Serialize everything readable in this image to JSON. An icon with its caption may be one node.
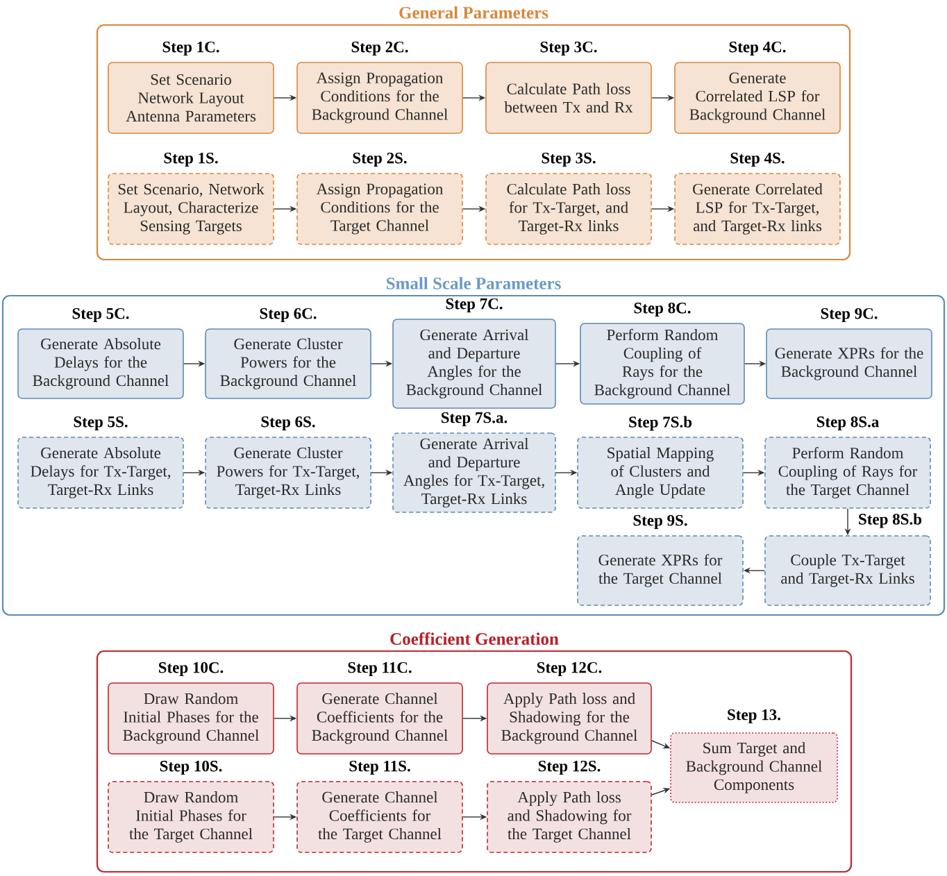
{
  "diagram": {
    "nodes": [
      {
        "text": [
          "General Parameters"
        ]
      },
      {
        "text": [
          "Step 1C.",
          "Set Scenario Network Layout Antenna Parameters"
        ],
        "in": 0
      },
      {
        "text": [
          "Step 2C.",
          "Assign Propagation Conditions for the Background Channel"
        ],
        "in": 0
      },
      {
        "text": [
          "Step 3C.",
          "Calculate Path loss between Tx and Rx"
        ],
        "in": 0
      },
      {
        "text": [
          "Step 4C.",
          "Generate Correlated LSP for Background Channel"
        ],
        "in": 0
      },
      {
        "text": [
          "Step 1S.",
          "Set Scenario, Network Layout, Characterize Sensing Targets"
        ],
        "in": 0
      },
      {
        "text": [
          "Step 2S.",
          "Assign Propagation Conditions for the Target Channel"
        ],
        "in": 0
      },
      {
        "text": [
          "Step 3S.",
          "Calculate Path loss for Tx-Target, and Target-Rx links"
        ],
        "in": 0
      },
      {
        "text": [
          "Step 4S.",
          "Generate Correlated LSP for Tx-Target, and Target-Rx links"
        ],
        "in": 0
      },
      {
        "text": [
          "Small Scale Parameters"
        ]
      },
      {
        "text": [
          "Step 5C.",
          "Generate Absolute Delays for the Background Channel"
        ],
        "in": 9
      },
      {
        "text": [
          "Step 6C.",
          "Generate Cluster Powers for the Background Channel"
        ],
        "in": 9
      },
      {
        "text": [
          "Step 7C.",
          "Generate Arrival and Departure Angles for the Background Channel"
        ],
        "in": 9
      },
      {
        "text": [
          "Step 8C.",
          "Perform Random Coupling of Rays for the Background Channel"
        ],
        "in": 9
      },
      {
        "text": [
          "Step 9C.",
          "Generate XPRs for the Background Channel"
        ],
        "in": 9
      },
      {
        "text": [
          "Step 5S.",
          "Generate Absolute Delays for Tx-Target, Target-Rx Links"
        ],
        "in": 9
      },
      {
        "text": [
          "Step 6S.",
          "Generate Cluster Powers for Tx-Target, Target-Rx Links"
        ],
        "in": 9
      },
      {
        "text": [
          "Step 7S.a.",
          "Generate Arrival and Departure Angles for Tx-Target, Target-Rx Links"
        ],
        "in": 9
      },
      {
        "text": [
          "Step 7S.b",
          "Spatial Mapping of Clusters and Angle Update"
        ],
        "in": 9
      },
      {
        "text": [
          "Step 8S.a",
          "Perform Random Coupling of Rays for the Target Channel"
        ],
        "in": 9
      },
      {
        "text": [
          "Step 9S.",
          "Generate XPRs for the Target Channel"
        ],
        "in": 9
      },
      {
        "text": [
          "Step 8S.b",
          "Couple Tx-Target and Target-Rx Links"
        ],
        "in": 9
      },
      {
        "text": [
          "Coefficient Generation"
        ]
      },
      {
        "text": [
          "Step 10C.",
          "Draw Random Initial Phases for the Background Channel"
        ],
        "in": 22
      },
      {
        "text": [
          "Step 11C.",
          "Generate Channel Coefficients for the Background Channel"
        ],
        "in": 22
      },
      {
        "text": [
          "Step 12C.",
          "Apply Path loss and Shadowing for the Background Channel"
        ],
        "in": 22
      },
      {
        "text": [
          "Step 10S.",
          "Draw Random Initial Phases for the Target Channel"
        ],
        "in": 22
      },
      {
        "text": [
          "Step 11S.",
          "Generate Channel Coefficients for the Target Channel"
        ],
        "in": 22
      },
      {
        "text": [
          "Step 12S.",
          "Apply Path loss and Shadowing for the Target Channel"
        ],
        "in": 22
      },
      {
        "text": [
          "Step 13.",
          "Sum Target and Background Channel Components"
        ],
        "in": 22
      }
    ],
    "edges": [
      {
        "from": 1,
        "to": 2,
        "arrow": "to"
      },
      {
        "from": 2,
        "to": 3,
        "arrow": "to"
      },
      {
        "from": 3,
        "to": 4,
        "arrow": "to"
      },
      {
        "from": 5,
        "to": 6,
        "arrow": "to"
      },
      {
        "from": 6,
        "to": 7,
        "arrow": "to"
      },
      {
        "from": 7,
        "to": 8,
        "arrow": "to"
      },
      {
        "from": 10,
        "to": 11,
        "arrow": "to"
      },
      {
        "from": 11,
        "to": 12,
        "arrow": "to"
      },
      {
        "from": 12,
        "to": 13,
        "arrow": "to"
      },
      {
        "from": 13,
        "to": 14,
        "arrow": "to"
      },
      {
        "from": 15,
        "to": 16,
        "arrow": "to"
      },
      {
        "from": 16,
        "to": 17,
        "arrow": "to"
      },
      {
        "from": 17,
        "to": 18,
        "arrow": "to"
      },
      {
        "from": 18,
        "to": 19,
        "arrow": "to"
      },
      {
        "from": 19,
        "to": 21,
        "arrow": "to"
      },
      {
        "from": 21,
        "to": 20,
        "arrow": "to"
      },
      {
        "from": 23,
        "to": 24,
        "arrow": "to"
      },
      {
        "from": 24,
        "to": 25,
        "arrow": "to"
      },
      {
        "from": 26,
        "to": 27,
        "arrow": "to"
      },
      {
        "from": 27,
        "to": 28,
        "arrow": "to"
      },
      {
        "from": 25,
        "to": 29,
        "arrow": "to"
      },
      {
        "from": 28,
        "to": 29,
        "arrow": "to"
      }
    ]
  }
}
